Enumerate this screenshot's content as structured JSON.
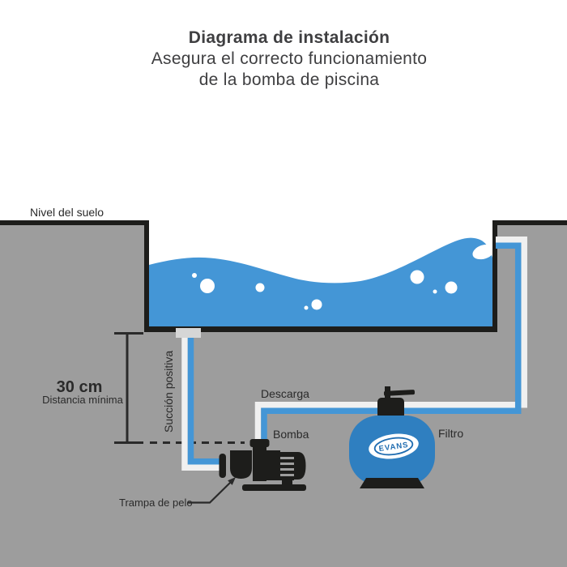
{
  "header": {
    "title": "Diagrama de instalación",
    "subtitle_line1": "Asegura el correcto funcionamiento",
    "subtitle_line2": "de la bomba de piscina"
  },
  "diagram": {
    "ground_label": "Nivel del suelo",
    "distance_value": "30 cm",
    "distance_caption": "Distancia mínima",
    "suction_label": "Succión positiva",
    "discharge_label": "Descarga",
    "pump_label": "Bomba",
    "filter_label": "Filtro",
    "hair_trap_label": "Trampa de pelo",
    "filter_brand": "EVANS"
  },
  "colors": {
    "water": "#4496d6",
    "pipe_blue": "#4496d6",
    "pipe_white": "#f0f0f0",
    "ground": "#9d9d9d",
    "outline": "#1d1d1b",
    "filter_blue": "#2f7fc0",
    "logo_blue": "#1f6cb0",
    "text_dark": "#3f3f41",
    "label_dark": "#2a2a2a",
    "fitting_gray": "#d6d6d6"
  }
}
